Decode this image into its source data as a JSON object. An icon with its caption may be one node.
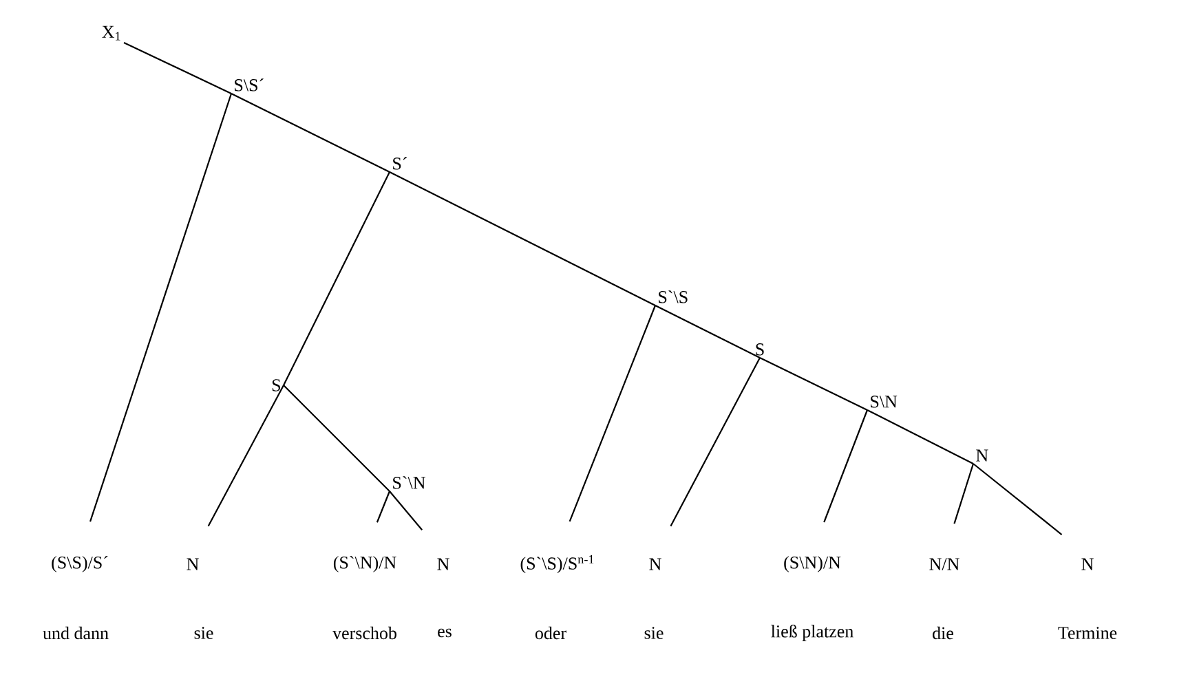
{
  "diagram": {
    "nodes": [
      {
        "text": [
          "X$_{1}$"
        ]
      },
      {
        "text": [
          "S\\S´"
        ]
      },
      {
        "text": [
          "S´"
        ]
      },
      {
        "text": [
          "S`\\S"
        ]
      },
      {
        "text": [
          "S"
        ]
      },
      {
        "text": [
          "S\\N"
        ]
      },
      {
        "text": [
          "N"
        ]
      },
      {
        "text": [
          "S"
        ]
      },
      {
        "text": [
          "S`\\N"
        ]
      },
      {
        "text": [
          "(S\\S)/S´"
        ],
        "beside": [
          "und dann"
        ]
      },
      {
        "text": [
          "N"
        ],
        "beside": [
          "sie"
        ]
      },
      {
        "text": [
          "(S`\\N)/N"
        ],
        "beside": [
          "verschob"
        ]
      },
      {
        "text": [
          "N"
        ],
        "beside": [
          "es"
        ]
      },
      {
        "text": [
          "(S`\\S)/S$^{n-1}$"
        ],
        "beside": [
          "oder"
        ]
      },
      {
        "text": [
          "N"
        ],
        "beside": [
          "sie"
        ]
      },
      {
        "text": [
          "(S\\N)/N"
        ],
        "beside": [
          "ließ platzen"
        ]
      },
      {
        "text": [
          "N/N"
        ],
        "beside": [
          "die"
        ]
      },
      {
        "text": [
          "N"
        ],
        "beside": [
          "Termine"
        ]
      }
    ],
    "edges": [
      {
        "from": 0,
        "to": 1,
        "arrow": "none"
      },
      {
        "from": 1,
        "to": 2,
        "arrow": "none"
      },
      {
        "from": 2,
        "to": 3,
        "arrow": "none"
      },
      {
        "from": 3,
        "to": 4,
        "arrow": "none"
      },
      {
        "from": 4,
        "to": 5,
        "arrow": "none"
      },
      {
        "from": 5,
        "to": 6,
        "arrow": "none"
      },
      {
        "from": 6,
        "to": 17,
        "arrow": "none"
      },
      {
        "from": 1,
        "to": 9,
        "arrow": "none"
      },
      {
        "from": 2,
        "to": 7,
        "arrow": "none"
      },
      {
        "from": 7,
        "to": 10,
        "arrow": "none"
      },
      {
        "from": 7,
        "to": 8,
        "arrow": "none"
      },
      {
        "from": 8,
        "to": 11,
        "arrow": "none"
      },
      {
        "from": 8,
        "to": 12,
        "arrow": "none"
      },
      {
        "from": 3,
        "to": 13,
        "arrow": "none"
      },
      {
        "from": 4,
        "to": 14,
        "arrow": "none"
      },
      {
        "from": 5,
        "to": 15,
        "arrow": "none"
      },
      {
        "from": 6,
        "to": 16,
        "arrow": "none"
      }
    ]
  }
}
